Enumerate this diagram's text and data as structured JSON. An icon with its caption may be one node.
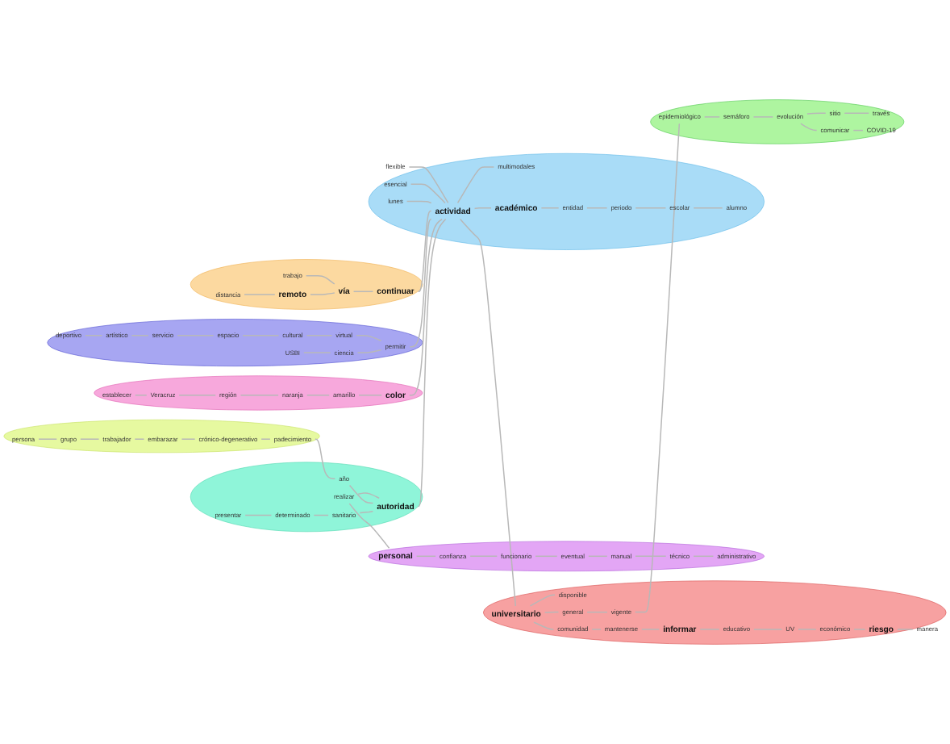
{
  "diagram": {
    "nodes": [
      {
        "text": [],
        "shape": "ellipse"
      },
      {
        "text": [
          "persona"
        ],
        "in": 0
      },
      {
        "text": [
          "grupo"
        ],
        "in": 0
      },
      {
        "text": [
          "trabajador"
        ],
        "in": 0
      },
      {
        "text": [
          "embarazar"
        ],
        "in": 0
      },
      {
        "text": [
          "crónico-degenerativo"
        ],
        "in": 0
      },
      {
        "text": [
          "padecimiento"
        ],
        "in": 0
      },
      {
        "text": [],
        "shape": "ellipse"
      },
      {
        "text": [
          "presentar"
        ],
        "in": 7
      },
      {
        "text": [
          "determinado"
        ],
        "in": 7
      },
      {
        "text": [
          "sanitario"
        ],
        "in": 7
      },
      {
        "text": [
          "año"
        ],
        "in": 7
      },
      {
        "text": [
          "autoridad"
        ],
        "in": 7
      },
      {
        "text": [
          "realizar"
        ],
        "in": 7
      },
      {
        "text": [],
        "shape": "ellipse"
      },
      {
        "text": [
          "personal"
        ],
        "in": 14
      },
      {
        "text": [
          "confianza"
        ],
        "in": 14
      },
      {
        "text": [
          "funcionario"
        ],
        "in": 14
      },
      {
        "text": [
          "eventual"
        ],
        "in": 14
      },
      {
        "text": [
          "manual"
        ],
        "in": 14
      },
      {
        "text": [
          "técnico"
        ],
        "in": 14
      },
      {
        "text": [
          "administrativo"
        ],
        "in": 14
      },
      {
        "text": [],
        "shape": "ellipse"
      },
      {
        "text": [
          "establecer"
        ],
        "in": 22
      },
      {
        "text": [
          "Veracruz"
        ],
        "in": 22
      },
      {
        "text": [
          "región"
        ],
        "in": 22
      },
      {
        "text": [
          "naranja"
        ],
        "in": 22
      },
      {
        "text": [
          "amarillo"
        ],
        "in": 22
      },
      {
        "text": [
          "color"
        ],
        "in": 22
      },
      {
        "text": [],
        "shape": "ellipse"
      },
      {
        "text": [
          "deportivo"
        ],
        "in": 29
      },
      {
        "text": [
          "artístico"
        ],
        "in": 29
      },
      {
        "text": [
          "servicio"
        ],
        "in": 29
      },
      {
        "text": [
          "espacio"
        ],
        "in": 29
      },
      {
        "text": [
          "cultural"
        ],
        "in": 29
      },
      {
        "text": [
          "USBI"
        ],
        "in": 29
      },
      {
        "text": [
          "ciencia"
        ],
        "in": 29
      },
      {
        "text": [
          "virtual"
        ],
        "in": 29
      },
      {
        "text": [
          "permitir"
        ],
        "in": 29
      },
      {
        "text": [],
        "shape": "ellipse"
      },
      {
        "text": [
          "distancia"
        ],
        "in": 39
      },
      {
        "text": [
          "remoto"
        ],
        "in": 39
      },
      {
        "text": [
          "vía"
        ],
        "in": 39
      },
      {
        "text": [
          "trabajo"
        ],
        "in": 39
      },
      {
        "text": [
          "continuar"
        ],
        "in": 39
      },
      {
        "text": [],
        "shape": "ellipse"
      },
      {
        "text": [
          "lunes"
        ],
        "in": 45
      },
      {
        "text": [
          "esencial"
        ],
        "in": 45
      },
      {
        "text": [
          "actividad"
        ],
        "in": 45
      },
      {
        "text": [
          "flexible"
        ],
        "in": 45
      },
      {
        "text": [
          "multimodales"
        ],
        "in": 45
      },
      {
        "text": [
          "académico"
        ],
        "in": 45
      },
      {
        "text": [
          "entidad"
        ],
        "in": 45
      },
      {
        "text": [
          "periodo"
        ],
        "in": 45
      },
      {
        "text": [
          "escolar"
        ],
        "in": 45
      },
      {
        "text": [
          "alumno"
        ],
        "in": 45
      },
      {
        "text": [],
        "shape": "ellipse"
      },
      {
        "text": [
          "disponible"
        ],
        "in": 56
      },
      {
        "text": [
          "universitario"
        ],
        "in": 56
      },
      {
        "text": [
          "comunidad"
        ],
        "in": 56
      },
      {
        "text": [
          "general"
        ],
        "in": 56
      },
      {
        "text": [
          "vigente"
        ],
        "in": 56
      },
      {
        "text": [
          "mantenerse"
        ],
        "in": 56
      },
      {
        "text": [
          "informar"
        ],
        "in": 56
      },
      {
        "text": [
          "educativo"
        ],
        "in": 56
      },
      {
        "text": [
          "UV"
        ],
        "in": 56
      },
      {
        "text": [
          "económico"
        ],
        "in": 56
      },
      {
        "text": [
          "riesgo"
        ],
        "in": 56
      },
      {
        "text": [
          "manera"
        ],
        "in": 56
      },
      {
        "text": [],
        "shape": "ellipse"
      },
      {
        "text": [
          "epidemiológico"
        ],
        "in": 69
      },
      {
        "text": [
          "semáforo"
        ],
        "in": 69
      },
      {
        "text": [
          "evolución"
        ],
        "in": 69
      },
      {
        "text": [
          "sitio"
        ],
        "in": 69
      },
      {
        "text": [
          "través"
        ],
        "in": 69
      },
      {
        "text": [
          "comunicar"
        ],
        "in": 69
      },
      {
        "text": [
          "COVID-19"
        ],
        "in": 69
      }
    ],
    "edges": [
      {
        "from": 1,
        "to": 2,
        "arrow": "none"
      },
      {
        "from": 2,
        "to": 3,
        "arrow": "none"
      },
      {
        "from": 3,
        "to": 4,
        "arrow": "none"
      },
      {
        "from": 4,
        "to": 5,
        "arrow": "none"
      },
      {
        "from": 5,
        "to": 6,
        "arrow": "none"
      },
      {
        "from": 6,
        "to": 11,
        "arrow": "none"
      },
      {
        "from": 8,
        "to": 9,
        "arrow": "none"
      },
      {
        "from": 9,
        "to": 10,
        "arrow": "none"
      },
      {
        "from": 10,
        "to": 12,
        "arrow": "none"
      },
      {
        "from": 11,
        "to": 12,
        "arrow": "none"
      },
      {
        "from": 13,
        "to": 12,
        "arrow": "none"
      },
      {
        "from": 12,
        "to": 48,
        "arrow": "none"
      },
      {
        "from": 13,
        "to": 15,
        "arrow": "none"
      },
      {
        "from": 15,
        "to": 16,
        "arrow": "none"
      },
      {
        "from": 16,
        "to": 17,
        "arrow": "none"
      },
      {
        "from": 17,
        "to": 18,
        "arrow": "none"
      },
      {
        "from": 18,
        "to": 19,
        "arrow": "none"
      },
      {
        "from": 19,
        "to": 20,
        "arrow": "none"
      },
      {
        "from": 20,
        "to": 21,
        "arrow": "none"
      },
      {
        "from": 23,
        "to": 24,
        "arrow": "none"
      },
      {
        "from": 24,
        "to": 25,
        "arrow": "none"
      },
      {
        "from": 25,
        "to": 26,
        "arrow": "none"
      },
      {
        "from": 26,
        "to": 27,
        "arrow": "none"
      },
      {
        "from": 27,
        "to": 28,
        "arrow": "none"
      },
      {
        "from": 28,
        "to": 48,
        "arrow": "none"
      },
      {
        "from": 30,
        "to": 31,
        "arrow": "none"
      },
      {
        "from": 31,
        "to": 32,
        "arrow": "none"
      },
      {
        "from": 32,
        "to": 33,
        "arrow": "none"
      },
      {
        "from": 33,
        "to": 34,
        "arrow": "none"
      },
      {
        "from": 34,
        "to": 37,
        "arrow": "none"
      },
      {
        "from": 35,
        "to": 36,
        "arrow": "none"
      },
      {
        "from": 36,
        "to": 38,
        "arrow": "none"
      },
      {
        "from": 37,
        "to": 38,
        "arrow": "none"
      },
      {
        "from": 38,
        "to": 48,
        "arrow": "none"
      },
      {
        "from": 40,
        "to": 41,
        "arrow": "none"
      },
      {
        "from": 41,
        "to": 42,
        "arrow": "none"
      },
      {
        "from": 43,
        "to": 42,
        "arrow": "none"
      },
      {
        "from": 42,
        "to": 44,
        "arrow": "none"
      },
      {
        "from": 44,
        "to": 48,
        "arrow": "none"
      },
      {
        "from": 46,
        "to": 48,
        "arrow": "none"
      },
      {
        "from": 47,
        "to": 48,
        "arrow": "none"
      },
      {
        "from": 49,
        "to": 48,
        "arrow": "none"
      },
      {
        "from": 48,
        "to": 50,
        "arrow": "none"
      },
      {
        "from": 48,
        "to": 51,
        "arrow": "none"
      },
      {
        "from": 51,
        "to": 52,
        "arrow": "none"
      },
      {
        "from": 52,
        "to": 53,
        "arrow": "none"
      },
      {
        "from": 53,
        "to": 54,
        "arrow": "none"
      },
      {
        "from": 54,
        "to": 55,
        "arrow": "none"
      },
      {
        "from": 48,
        "to": 58,
        "arrow": "none"
      },
      {
        "from": 58,
        "to": 57,
        "arrow": "none"
      },
      {
        "from": 58,
        "to": 59,
        "arrow": "none"
      },
      {
        "from": 58,
        "to": 60,
        "arrow": "none"
      },
      {
        "from": 60,
        "to": 61,
        "arrow": "none"
      },
      {
        "from": 59,
        "to": 62,
        "arrow": "none"
      },
      {
        "from": 62,
        "to": 63,
        "arrow": "none"
      },
      {
        "from": 63,
        "to": 64,
        "arrow": "none"
      },
      {
        "from": 64,
        "to": 65,
        "arrow": "none"
      },
      {
        "from": 65,
        "to": 66,
        "arrow": "none"
      },
      {
        "from": 66,
        "to": 67,
        "arrow": "none"
      },
      {
        "from": 67,
        "to": 68,
        "arrow": "none"
      },
      {
        "from": 61,
        "to": 70,
        "arrow": "none"
      },
      {
        "from": 70,
        "to": 71,
        "arrow": "none"
      },
      {
        "from": 71,
        "to": 72,
        "arrow": "none"
      },
      {
        "from": 72,
        "to": 73,
        "arrow": "none"
      },
      {
        "from": 73,
        "to": 74,
        "arrow": "none"
      },
      {
        "from": 72,
        "to": 75,
        "arrow": "none"
      },
      {
        "from": 75,
        "to": 76,
        "arrow": "none"
      }
    ]
  }
}
